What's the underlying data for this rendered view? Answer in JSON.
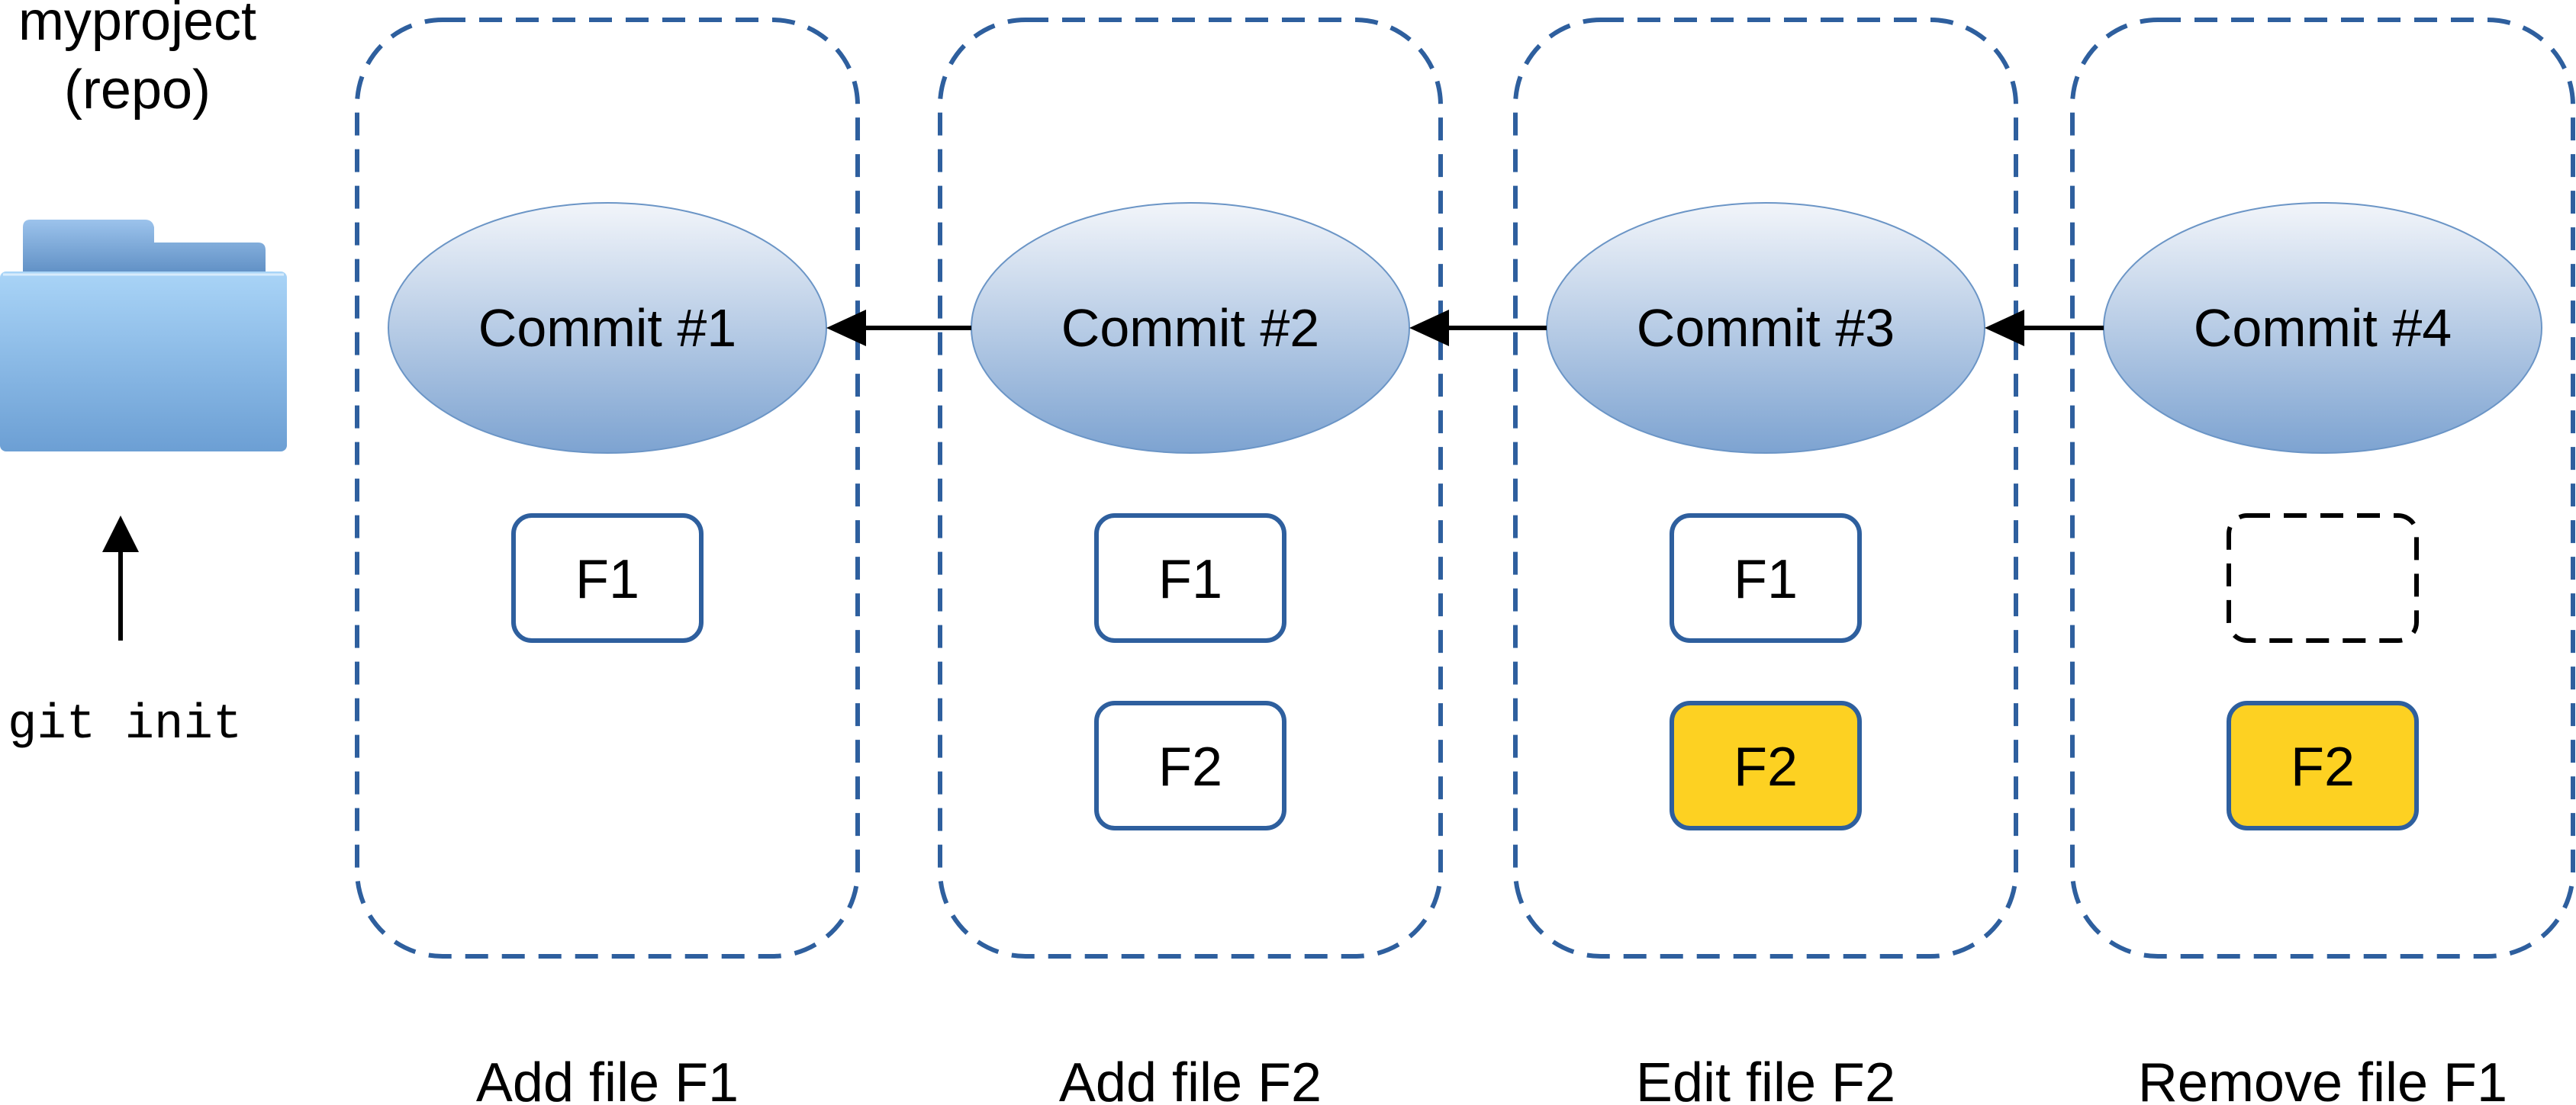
{
  "repo": {
    "name": "myproject",
    "type": "(repo)",
    "init_command": "git init",
    "name_color": "#e8141c",
    "command_color": "#8b1a1a"
  },
  "colors": {
    "lane_border": "#2e5f9e",
    "file_border": "#2e5f9e",
    "modified_fill": "#fdd122",
    "commit_top": "#f2f5fa",
    "commit_bottom": "#7da3d1"
  },
  "commits": [
    {
      "label": "Commit #1",
      "caption": "Add file F1",
      "files": [
        {
          "label": "F1",
          "state": "normal"
        }
      ]
    },
    {
      "label": "Commit #2",
      "caption": "Add file F2",
      "files": [
        {
          "label": "F1",
          "state": "normal"
        },
        {
          "label": "F2",
          "state": "normal"
        }
      ]
    },
    {
      "label": "Commit #3",
      "caption": "Edit file F2",
      "files": [
        {
          "label": "F1",
          "state": "normal"
        },
        {
          "label": "F2",
          "state": "modified"
        }
      ]
    },
    {
      "label": "Commit #4",
      "caption": "Remove file F1",
      "files": [
        {
          "label": "",
          "state": "removed"
        },
        {
          "label": "F2",
          "state": "modified"
        }
      ]
    }
  ]
}
